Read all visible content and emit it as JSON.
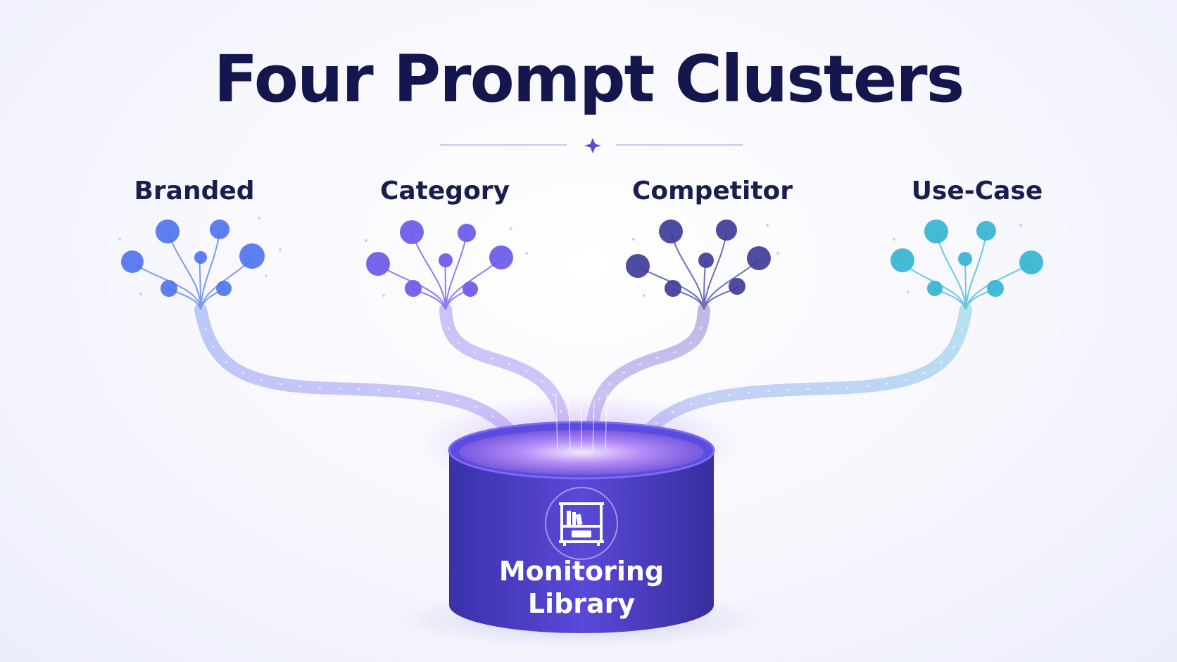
{
  "title": "Four Prompt Clusters",
  "clusters": [
    {
      "label": "Branded",
      "color": "#4f74ee",
      "node_icon": "circle-node-icon"
    },
    {
      "label": "Category",
      "color": "#6a5ae8",
      "node_icon": "circle-node-icon"
    },
    {
      "label": "Competitor",
      "color": "#3e3d98",
      "node_icon": "circle-node-icon"
    },
    {
      "label": "Use-Case",
      "color": "#35b4d4",
      "node_icon": "circle-node-icon"
    }
  ],
  "library": {
    "label_line1": "Monitoring",
    "label_line2": "Library",
    "icon": "bookshelf-icon",
    "color": "#4a3fc7"
  },
  "divider_icon": "four-point-star-icon"
}
